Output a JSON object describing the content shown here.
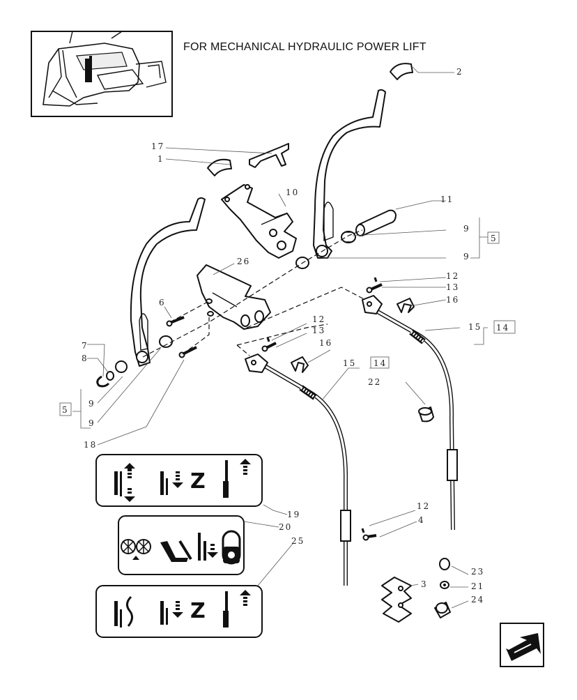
{
  "title": "FOR MECHANICAL HYDRAULIC POWER LIFT",
  "callouts": {
    "c2": "2",
    "c17": "17",
    "c1": "1",
    "c10": "10",
    "c11": "11",
    "c9a": "9",
    "c9b": "9",
    "c5a": "5",
    "c26": "26",
    "c12a": "12",
    "c13a": "13",
    "c16a": "16",
    "c15a": "15",
    "c14a": "14",
    "c6": "6",
    "c7": "7",
    "c8": "8",
    "c12b": "12",
    "c13b": "13",
    "c16b": "16",
    "c15b": "15",
    "c14b": "14",
    "c22": "22",
    "c5b": "5",
    "c9c": "9",
    "c9d": "9",
    "c18": "18",
    "c19": "19",
    "c20": "20",
    "c25": "25",
    "c12c": "12",
    "c4": "4",
    "c23": "23",
    "c21": "21",
    "c24": "24",
    "c3": "3"
  },
  "decal_symbols": {
    "z_letter_1": "Z",
    "z_letter_2": "Z"
  },
  "icons": [
    "tractor-location-icon",
    "next-page-arrow-icon"
  ]
}
